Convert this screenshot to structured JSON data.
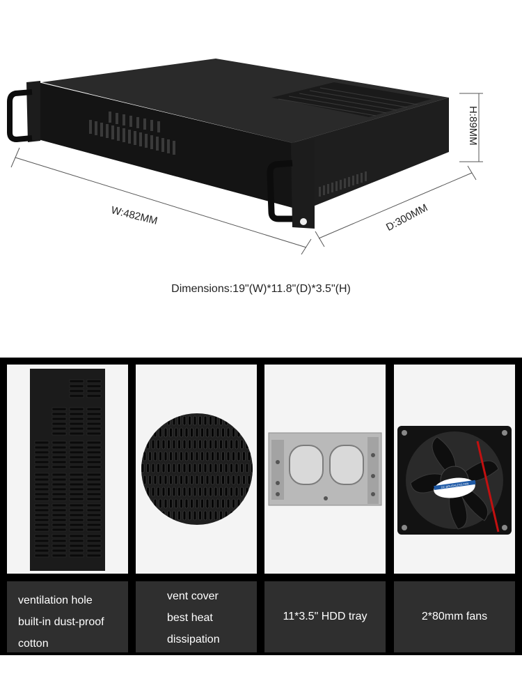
{
  "product": {
    "dims": {
      "width_label": "W:482MM",
      "depth_label": "D:300MM",
      "height_label": "H:89MM",
      "caption": "Dimensions:19\"(W)*11.8\"(D)*3.5\"(H)"
    },
    "fan_label": "DC BRUSHLESS FAN"
  },
  "features": [
    {
      "lines": [
        "ventilation hole",
        "built-in dust-proof",
        "cotton"
      ]
    },
    {
      "lines": [
        "vent cover",
        "best heat",
        "dissipation"
      ]
    },
    {
      "text": "11*3.5\" HDD tray"
    },
    {
      "text": "2*80mm fans"
    }
  ],
  "colors": {
    "chassis": "#141414",
    "panel_bg": "#2f2f2f",
    "frame": "#000000"
  }
}
